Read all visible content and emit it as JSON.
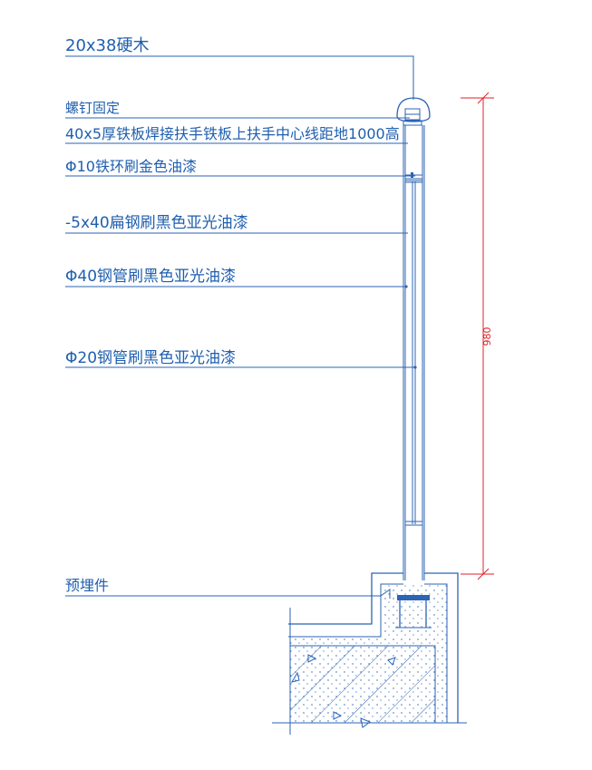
{
  "labels": {
    "hardwood": "20x38硬木",
    "screw": "螺钉固定",
    "plate": "40x5厚铁板焊接扶手铁板上扶手中心线距地1000高",
    "ring": "Φ10铁环刷金色油漆",
    "flat_steel": "-5x40扁钢刷黑色亚光油漆",
    "pipe40": "Φ40钢管刷黑色亚光油漆",
    "pipe20": "Φ20钢管刷黑色亚光油漆",
    "embed": "预埋件"
  },
  "dimension": {
    "height": "980"
  },
  "colors": {
    "line": "#2b63b5",
    "text": "#1f5fae",
    "dimension": "#e0202a"
  }
}
